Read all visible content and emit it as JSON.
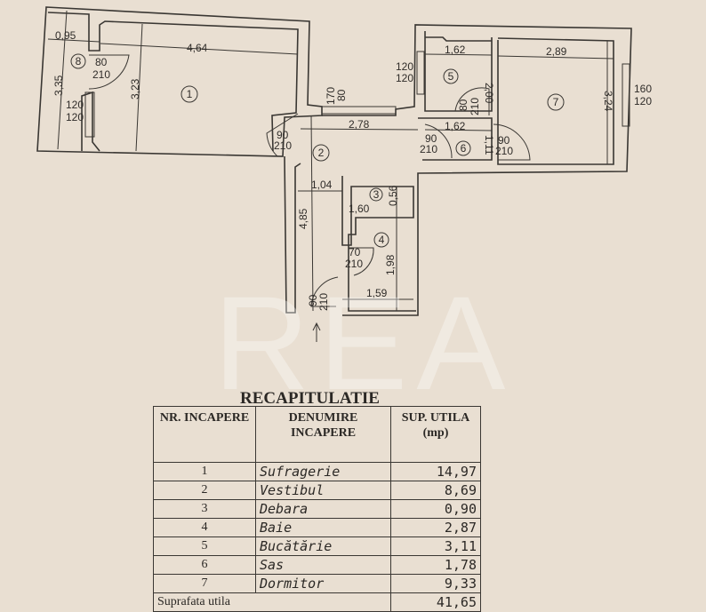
{
  "plan": {
    "rooms": [
      "1",
      "2",
      "3",
      "4",
      "5",
      "6",
      "7",
      "8"
    ],
    "dimensions": {
      "r8_width": "0,95",
      "r8_height": "3,35",
      "r1_width": "4,64",
      "r1_height": "3,23",
      "r2_width": "2,78",
      "r2_height": "4,85",
      "r2_bottom": "1,04",
      "r3_width": "1,60",
      "r3_height": "0,56",
      "r4_width": "1,59",
      "r4_height": "1,98",
      "r5_width": "1,62",
      "r5_height": "2,00",
      "r6_width": "1,62",
      "r6_height": "1,11",
      "r7_width": "2,89",
      "r7_height": "3,24"
    },
    "openings": {
      "door_8_top": "80",
      "door_8_bot": "210",
      "win_8_top": "120",
      "win_8_bot": "120",
      "win_2_top": "170",
      "win_2_bot": "80",
      "door_1_top": "90",
      "door_1_bot": "210",
      "win_5_top": "120",
      "win_5_bot": "120",
      "door_5_top": "80",
      "door_5_bot": "210",
      "door_6_top": "90",
      "door_6_bot": "210",
      "door_7_top": "90",
      "door_7_bot": "210",
      "win_7_top": "160",
      "win_7_bot": "120",
      "door_4_top": "70",
      "door_4_bot": "210",
      "door_entry_top": "90",
      "door_entry_bot": "210"
    },
    "watermark": "REA"
  },
  "table": {
    "title": "RECAPITULATIE",
    "headers": {
      "nr": "NR. INCAPERE",
      "name": "DENUMIRE INCAPERE",
      "area": "SUP. UTILA (mp)"
    },
    "rows": [
      {
        "nr": "1",
        "name": "Sufragerie",
        "area": "14,97"
      },
      {
        "nr": "2",
        "name": "Vestibul",
        "area": "8,69"
      },
      {
        "nr": "3",
        "name": "Debara",
        "area": "0,90"
      },
      {
        "nr": "4",
        "name": "Baie",
        "area": "2,87"
      },
      {
        "nr": "5",
        "name": "Bucătărie",
        "area": "3,11"
      },
      {
        "nr": "6",
        "name": "Sas",
        "area": "1,78"
      },
      {
        "nr": "7",
        "name": "Dormitor",
        "area": "9,33"
      }
    ],
    "total_label": "Suprafata utila",
    "total_value": "41,65"
  }
}
